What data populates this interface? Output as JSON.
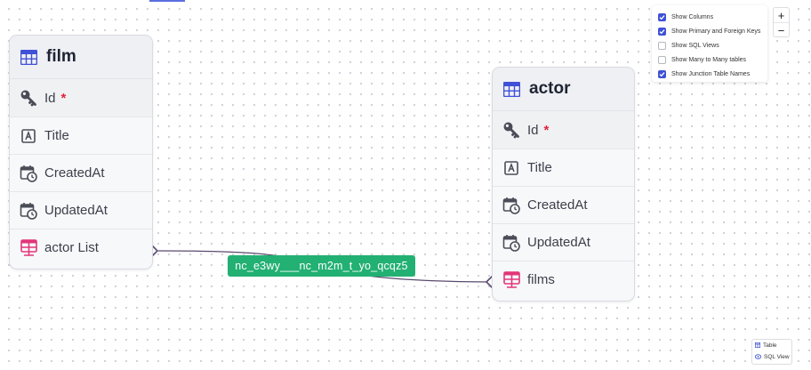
{
  "tables": {
    "film": {
      "title": "film",
      "columns": [
        {
          "label": "Id",
          "required_mark": "*",
          "icon": "key-icon"
        },
        {
          "label": "Title",
          "icon": "text-field-icon"
        },
        {
          "label": "CreatedAt",
          "icon": "calendar-clock-icon"
        },
        {
          "label": "UpdatedAt",
          "icon": "calendar-clock-icon"
        },
        {
          "label": "actor List",
          "icon": "link-table-icon"
        }
      ]
    },
    "actor": {
      "title": "actor",
      "columns": [
        {
          "label": "Id",
          "required_mark": "*",
          "icon": "key-icon"
        },
        {
          "label": "Title",
          "icon": "text-field-icon"
        },
        {
          "label": "CreatedAt",
          "icon": "calendar-clock-icon"
        },
        {
          "label": "UpdatedAt",
          "icon": "calendar-clock-icon"
        },
        {
          "label": "films",
          "icon": "link-table-icon"
        }
      ]
    }
  },
  "relation": {
    "label": "nc_e3wy___nc_m2m_t_yo_qcqz5"
  },
  "settings": {
    "options": [
      {
        "label": "Show Columns",
        "checked": true
      },
      {
        "label": "Show Primary and Foreign Keys",
        "checked": true
      },
      {
        "label": "Show SQL Views",
        "checked": false
      },
      {
        "label": "Show Many to Many tables",
        "checked": false
      },
      {
        "label": "Show Junction Table Names",
        "checked": true
      }
    ]
  },
  "zoom": {
    "in_label": "+",
    "out_label": "−"
  },
  "views": {
    "table_label": "Table",
    "sql_label": "SQL View"
  },
  "colors": {
    "accent": "#3f51d6",
    "link_icon": "#e2357a",
    "edge_label_bg": "#22b073",
    "edge_line": "#5a4a6e"
  }
}
